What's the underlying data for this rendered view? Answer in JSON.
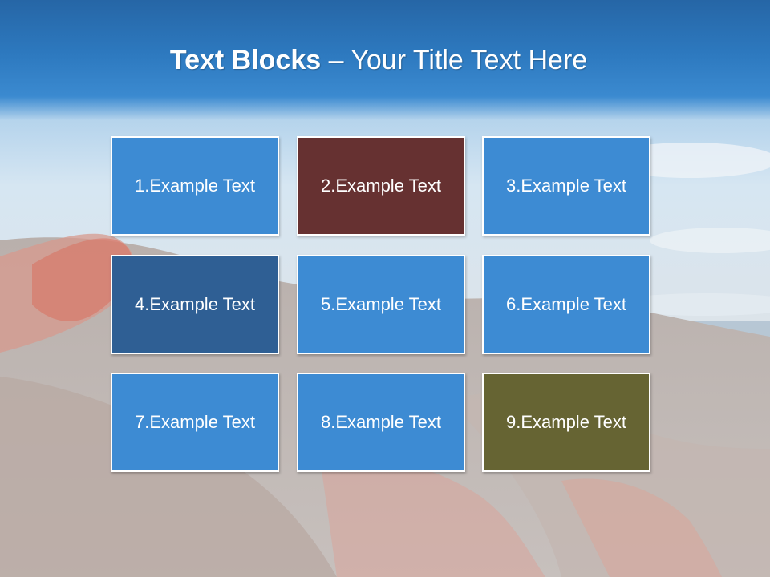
{
  "slide": {
    "title_bold": "Text Blocks",
    "title_dash": " – ",
    "title_rest": "Your Title Text Here"
  },
  "blocks": [
    {
      "label": "1.Example Text",
      "color": "#3d8bd3"
    },
    {
      "label": "2.Example Text",
      "color": "#663131"
    },
    {
      "label": "3.Example Text",
      "color": "#3d8bd3"
    },
    {
      "label": "4.Example Text",
      "color": "#2f5f94"
    },
    {
      "label": "5.Example Text",
      "color": "#3d8bd3"
    },
    {
      "label": "6.Example Text",
      "color": "#3d8bd3"
    },
    {
      "label": "7.Example Text",
      "color": "#3d8bd3"
    },
    {
      "label": "8.Example Text",
      "color": "#3d8bd3"
    },
    {
      "label": "9.Example Text",
      "color": "#666433"
    }
  ]
}
